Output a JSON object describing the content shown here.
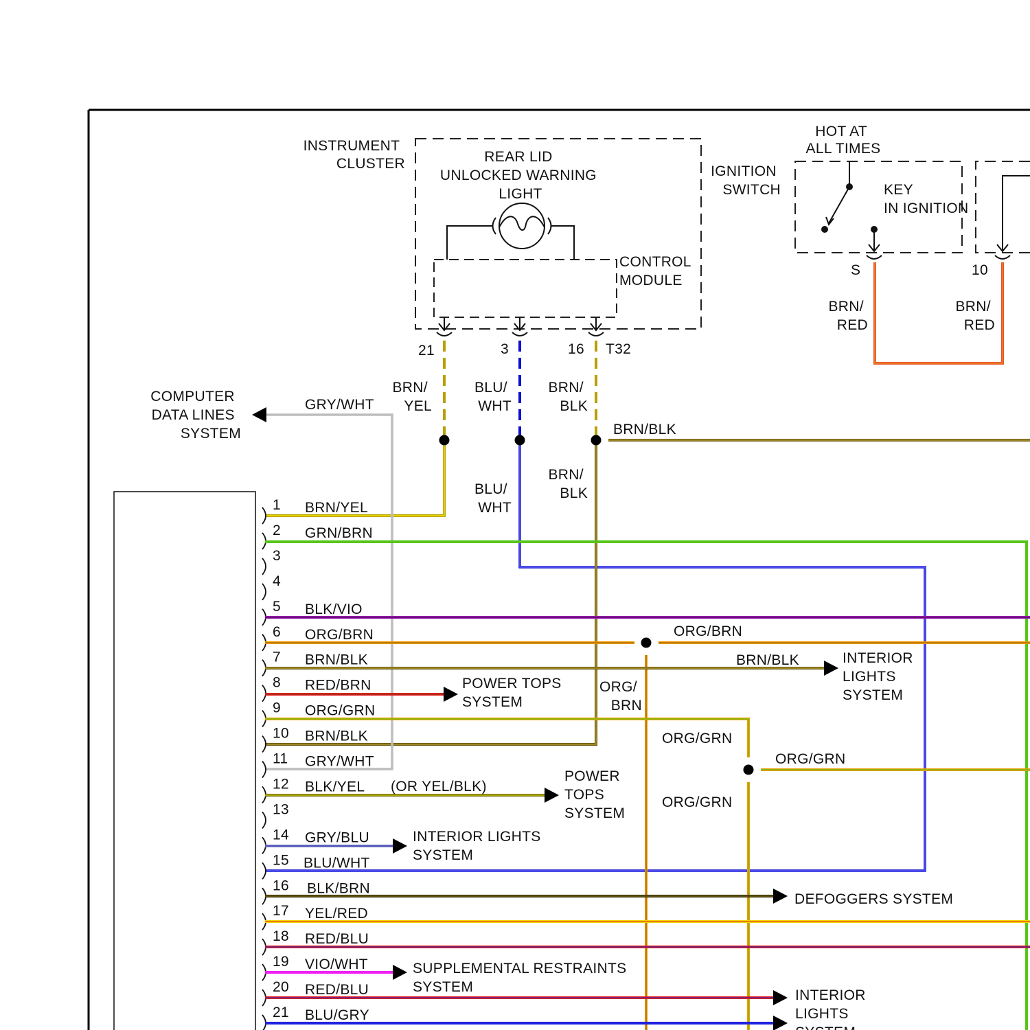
{
  "colors": {
    "frame": "#000000",
    "brn_yel": "#B8A000",
    "brn_yel_hi": "#F2E200",
    "blu_wht": "#1010D0",
    "blu_wht_hi": "#6C6CFF",
    "brn_blk": "#6E5A10",
    "brn_blk_hi": "#B5A030",
    "gry_wht": "#BDBDBD",
    "grn": "#56C61A",
    "vio": "#9A1AB0",
    "org": "#F29A00",
    "red": "#E32020",
    "gry_blu": "#8A8FD0",
    "yel_blk": "#6A6A00",
    "yel": "#F2D700",
    "vio_wht": "#F020F0",
    "blu_gry": "#2020E0",
    "brn_red": "#E6542A"
  },
  "labels": {
    "instrument_cluster": [
      "INSTRUMENT",
      "CLUSTER"
    ],
    "rear_lid": [
      "REAR LID",
      "UNLOCKED WARNING",
      "LIGHT"
    ],
    "control_module": [
      "CONTROL",
      "MODULE"
    ],
    "ignition_switch": [
      "IGNITION",
      "SWITCH"
    ],
    "hot_at_all_times": [
      "HOT AT",
      "ALL TIMES"
    ],
    "key_in_ignition": [
      "KEY",
      "IN IGNITION"
    ],
    "pin_21": "21",
    "pin_3": "3",
    "pin_16": "16",
    "connector_t32": "T32",
    "pin_s": "S",
    "pin_10": "10",
    "brn_red_a": [
      "BRN/",
      "RED"
    ],
    "brn_red_b": [
      "BRN/",
      "RED"
    ],
    "brn_yel_split": [
      "BRN/",
      "YEL"
    ],
    "blu_wht_split": [
      "BLU/",
      "WHT"
    ],
    "brn_blk_split": [
      "BRN/",
      "BLK"
    ],
    "blu_wht_split_2": [
      "BLU/",
      "WHT"
    ],
    "brn_blk_split_2": [
      "BRN/",
      "BLK"
    ],
    "brn_blk_right": "BRN/BLK",
    "computer_data_lines": [
      "COMPUTER",
      "DATA LINES",
      "SYSTEM"
    ],
    "gry_wht_top": "GRY/WHT",
    "org_brn_right": "ORG/BRN",
    "brn_blk_interior": "BRN/BLK",
    "interior_lights_1": [
      "INTERIOR",
      "LIGHTS",
      "SYSTEM"
    ],
    "power_tops_1": [
      "POWER TOPS",
      "SYSTEM"
    ],
    "org_brn_vertical": [
      "ORG/",
      "BRN"
    ],
    "org_grn_a": "ORG/GRN",
    "org_grn_b": "ORG/GRN",
    "org_grn_c": "ORG/GRN",
    "or_yel_blk": "(OR YEL/BLK)",
    "power_tops_2": [
      "POWER",
      "TOPS",
      "SYSTEM"
    ],
    "interior_lights_2": [
      "INTERIOR LIGHTS",
      "SYSTEM"
    ],
    "defoggers": "DEFOGGERS SYSTEM",
    "srs": [
      "SUPPLEMENTAL RESTRAINTS",
      "SYSTEM"
    ],
    "interior_lights_3": [
      "INTERIOR",
      "LIGHTS",
      "SYSTEM"
    ]
  },
  "pins": [
    {
      "num": "1",
      "wire": "BRN/YEL"
    },
    {
      "num": "2",
      "wire": "GRN/BRN"
    },
    {
      "num": "3",
      "wire": ""
    },
    {
      "num": "4",
      "wire": ""
    },
    {
      "num": "5",
      "wire": "BLK/VIO"
    },
    {
      "num": "6",
      "wire": "ORG/BRN"
    },
    {
      "num": "7",
      "wire": "BRN/BLK"
    },
    {
      "num": "8",
      "wire": "RED/BRN"
    },
    {
      "num": "9",
      "wire": "ORG/GRN"
    },
    {
      "num": "10",
      "wire": "BRN/BLK"
    },
    {
      "num": "11",
      "wire": "GRY/WHT"
    },
    {
      "num": "12",
      "wire": "BLK/YEL"
    },
    {
      "num": "13",
      "wire": ""
    },
    {
      "num": "14",
      "wire": "GRY/BLU"
    },
    {
      "num": "15",
      "wire": "BLU/WHT"
    },
    {
      "num": "16",
      "wire": "BLK/BRN"
    },
    {
      "num": "17",
      "wire": "YEL/RED"
    },
    {
      "num": "18",
      "wire": "RED/BLU"
    },
    {
      "num": "19",
      "wire": "VIO/WHT"
    },
    {
      "num": "20",
      "wire": "RED/BLU"
    },
    {
      "num": "21",
      "wire": "BLU/GRY"
    }
  ]
}
